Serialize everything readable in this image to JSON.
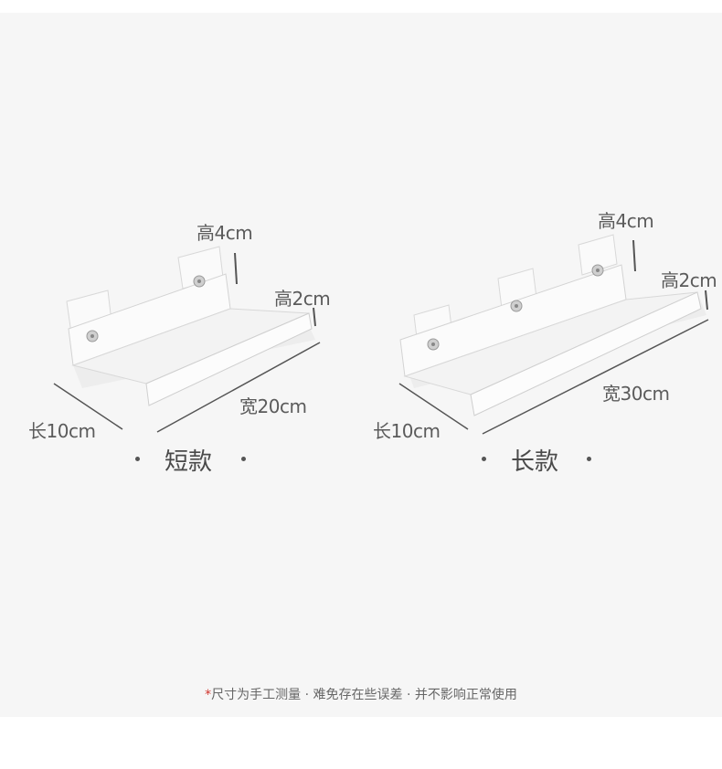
{
  "products": [
    {
      "caption": "短款",
      "labels": {
        "height_back": "高4cm",
        "height_lip": "高2cm",
        "width": "宽20cm",
        "length": "长10cm"
      }
    },
    {
      "caption": "长款",
      "labels": {
        "height_back": "高4cm",
        "height_lip": "高2cm",
        "width": "宽30cm",
        "length": "长10cm"
      }
    }
  ],
  "note": {
    "star": "*",
    "text": "尺寸为手工测量 · 难免存在些误差 · 并不影响正常使用"
  },
  "colors": {
    "panel": "#f6f6f6",
    "note_star": "#d0342c",
    "text": "#5b5b5b"
  }
}
